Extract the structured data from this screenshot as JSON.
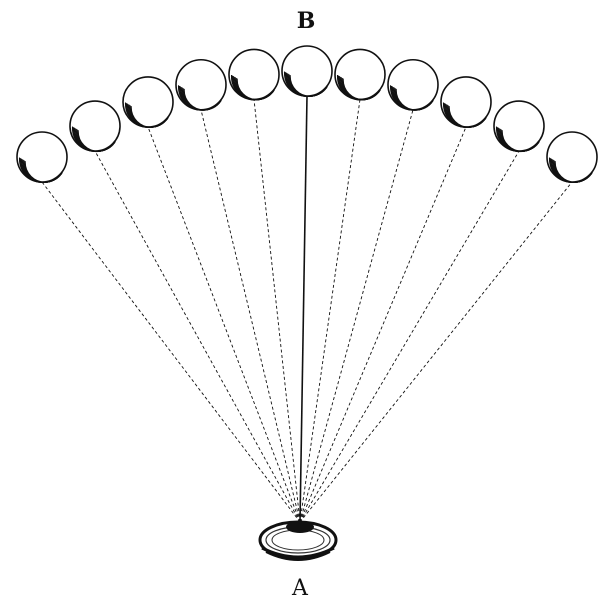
{
  "labels": {
    "top": "B",
    "bottom": "A"
  },
  "sphere_count": 11,
  "colors": {
    "ink": "#111111",
    "paper": "#ffffff"
  }
}
